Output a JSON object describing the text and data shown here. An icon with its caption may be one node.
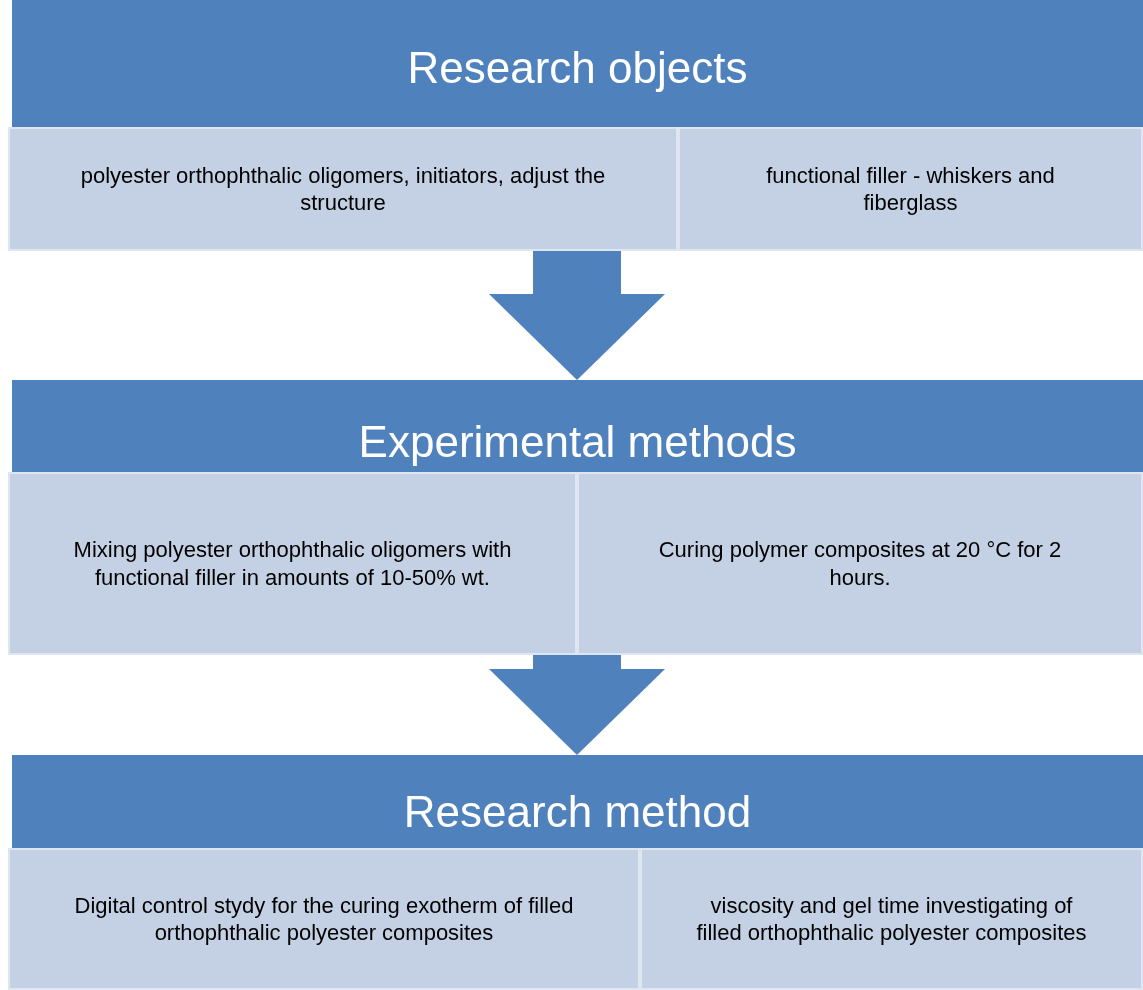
{
  "diagram": {
    "nodes": [
      {
        "text": [
          "Research objects"
        ]
      },
      {
        "text": [
          "polyester orthophthalic oligomers, initiators, adjust the structure"
        ]
      },
      {
        "text": [
          "functional filler  - whiskers and fiberglass"
        ]
      },
      {
        "text": [
          "Experimental methods"
        ]
      },
      {
        "text": [
          "Mixing polyester orthophthalic oligomers  with functional filler  in amounts of 10-50% wt."
        ]
      },
      {
        "text": [
          "Curing polymer composites at 20 °C for 2 hours."
        ]
      },
      {
        "text": [
          "Research method"
        ]
      },
      {
        "text": [
          "Digital control stydy  for the curing exotherm of filled orthophthalic polyester  composites"
        ]
      },
      {
        "text": [
          "viscosity and gel time investigating of filled orthophthalic polyester composites"
        ]
      }
    ],
    "edges": [
      {
        "from": 1,
        "to": 3,
        "arrow": "to",
        "style": "thick"
      },
      {
        "from": 4,
        "to": 6,
        "arrow": "to",
        "style": "thick"
      }
    ]
  }
}
